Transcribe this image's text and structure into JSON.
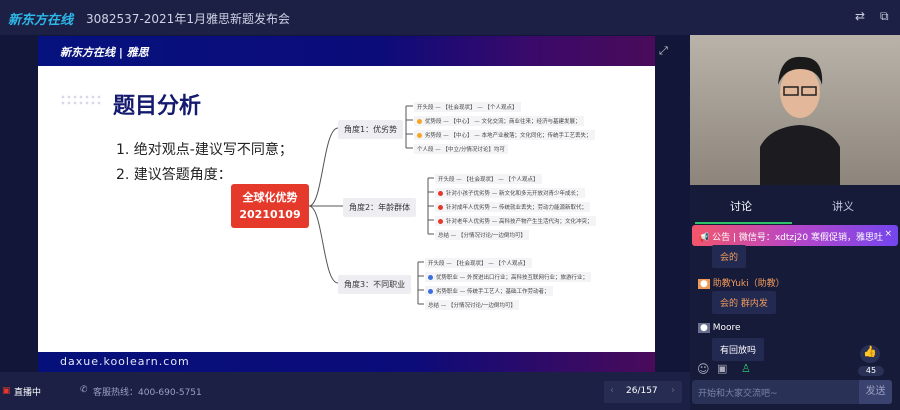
{
  "topbar": {
    "logo": "新东方在线",
    "title": "3082537-2021年1月雅思新题发布会"
  },
  "slide": {
    "header_logo": "新东方在线 | 雅思",
    "title": "题目分析",
    "points": [
      "1.  绝对观点-建议写不同意；",
      "2.  建议答题角度："
    ],
    "center_line1": "全球化优势",
    "center_line2": "20210109",
    "branches": [
      {
        "label": "角度1：优劣势",
        "leaves": [
          "开头段 — 【社会现状】 — 【个人观点】",
          "优势段 — 【中心】 — 文化交流；商业往来；经济与基建发展；",
          "劣势段 — 【中心】 — 本地产业敝落；文化同化；传统手工艺丢失；",
          "个人段 — 【中立/分情况讨论】均可"
        ]
      },
      {
        "label": "角度2：年龄群体",
        "leaves": [
          "开头段 — 【社会现状】 — 【个人观点】",
          "针对小孩子优劣势 — 新文化和多元开放对青少年成长；",
          "针对成年人优劣势 — 传统就业丢失；劳动力能源新取代；",
          "针对老年人优劣势 — 高科技产物产生生活代沟；文化冲突；",
          "总结 — 【分情况讨论/一边倒均可】"
        ]
      },
      {
        "label": "角度3：不同职业",
        "leaves": [
          "开头段 — 【社会现状】 — 【个人观点】",
          "优势职业 — 外贸进出口行业；高科技互联网行业；旅游行业；",
          "劣势职业 — 传统手工艺人；基础工作劳动者；",
          "总结 — 【分情况讨论/一边倒均可】"
        ]
      }
    ],
    "footer": "daxue.koolearn.com"
  },
  "panel": {
    "tabs": [
      "讨论",
      "讲义"
    ],
    "notice": "公告 | 微信号：xdtzj20    寒假促销，雅思吐",
    "messages": [
      {
        "user": "",
        "text": "会的"
      },
      {
        "user": "助教Yuki（助教）",
        "text": "会的 群内发"
      },
      {
        "user": "Moore",
        "text": "有回放吗"
      }
    ],
    "likes": "45",
    "input_placeholder": "开始和大家交流吧~",
    "send": "发送"
  },
  "bottombar": {
    "live": "直播中",
    "hotline": "客服热线：400-690-5751",
    "page": "26/157"
  },
  "colors": {
    "accent": "#e5392b",
    "tab_active": "#2fc36b",
    "dot_orange": "#f5a623",
    "dot_red": "#e5392b",
    "dot_blue": "#3b6fe0"
  }
}
